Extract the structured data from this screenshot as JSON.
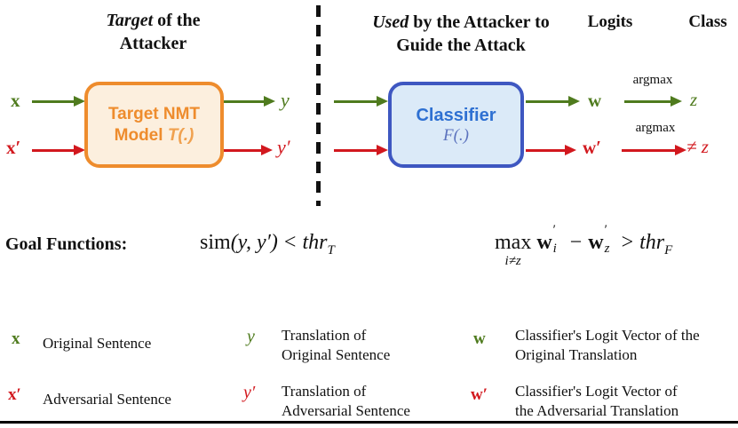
{
  "colors": {
    "green": "#4f7b1e",
    "red": "#d2181e",
    "orange_border": "#ee8c2d",
    "orange_fill": "#fcefde",
    "orange_fn_text": "#f0a14f",
    "blue_border": "#3e57c1",
    "blue_fill": "#dbeaf8",
    "classifier_text": "#2e70d2",
    "blue_fn_text": "#5c73be",
    "ink": "#111111"
  },
  "headers": {
    "left": {
      "em": "Target",
      "rest": " of the",
      "line2": "Attacker"
    },
    "right": {
      "em": "Used",
      "rest": " by the Attacker to",
      "line2": "Guide the Attack"
    },
    "logits": "Logits",
    "class_col": "Class"
  },
  "flow": {
    "x": "x",
    "x_prime": "x′",
    "y": "y",
    "y_prime": "y′",
    "w": "w",
    "w_prime": "w′",
    "z": "z",
    "neq_z": "≠ z",
    "argmax_top": "argmax",
    "argmax_bottom": "argmax",
    "nmt_box": {
      "line1": "Target NMT",
      "line2": "Model",
      "fn": "T(.)"
    },
    "classifier_box": {
      "title": "Classifier",
      "fn": "F(.)"
    }
  },
  "goal": {
    "label": "Goal Functions:",
    "f1": {
      "sim": "sim",
      "args": "(y, y′)",
      "lt": "<",
      "thr": "thr",
      "sub": "T"
    },
    "f2": {
      "max": "max",
      "cond": "i≠z",
      "w": "w",
      "prime": "′",
      "sub_i": "i",
      "minus": "−",
      "sub_z": "z",
      "gt": ">",
      "thr": "thr",
      "sub": "F"
    }
  },
  "legend": [
    {
      "symbol": "x",
      "text1": "Original Sentence",
      "text2": ""
    },
    {
      "symbol": "x′",
      "text1": "Adversarial Sentence",
      "text2": ""
    },
    {
      "symbol": "y",
      "text1": "Translation of",
      "text2": "Original Sentence"
    },
    {
      "symbol": "y′",
      "text1": "Translation of",
      "text2": "Adversarial Sentence"
    },
    {
      "symbol": "w",
      "text1": "Classifier's Logit Vector of the",
      "text2": "Original Translation"
    },
    {
      "symbol": "w′",
      "text1": "Classifier's Logit Vector of",
      "text2": "the Adversarial Translation"
    }
  ]
}
